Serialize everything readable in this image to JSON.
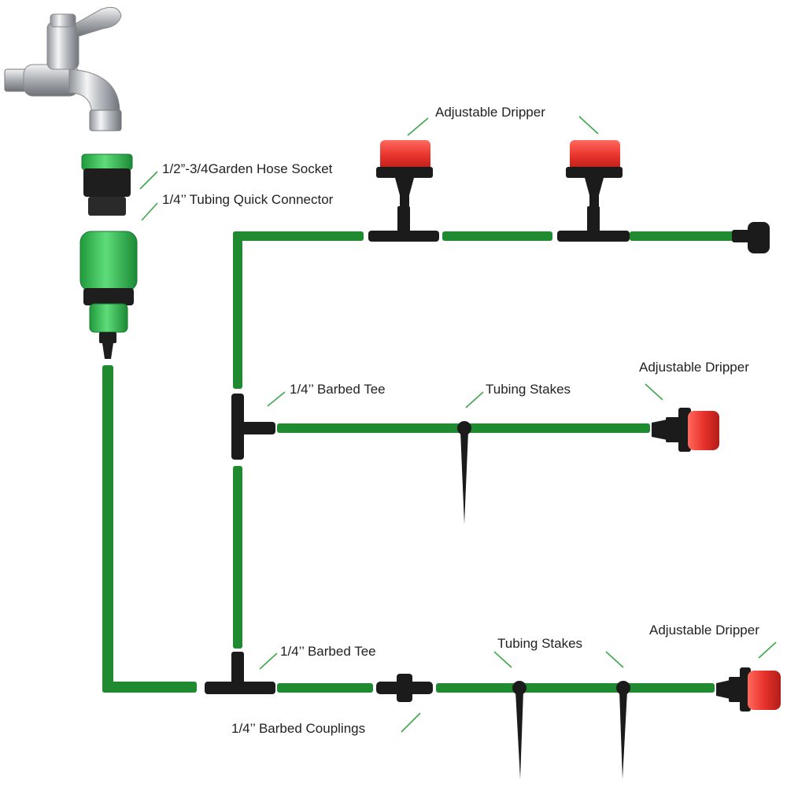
{
  "labels": {
    "hose_socket": "1/2”-3/4Garden Hose Socket",
    "quick_connector": "1/4’’ Tubing Quick Connector",
    "adjustable_dripper": "Adjustable Dripper",
    "barbed_tee": "1/4’’ Barbed Tee",
    "tubing_stakes": "Tubing Stakes",
    "barbed_couplings": "1/4’’ Barbed Couplings"
  },
  "colors": {
    "tubing": "#1f8a2f",
    "tubing_dark": "#14691f",
    "fitting": "#1b1b1b",
    "dripper_red": "#e8322c",
    "connector_green": "#3cc25a",
    "faucet_chrome": "#c9ccd0",
    "leader_line": "#3da84a"
  }
}
